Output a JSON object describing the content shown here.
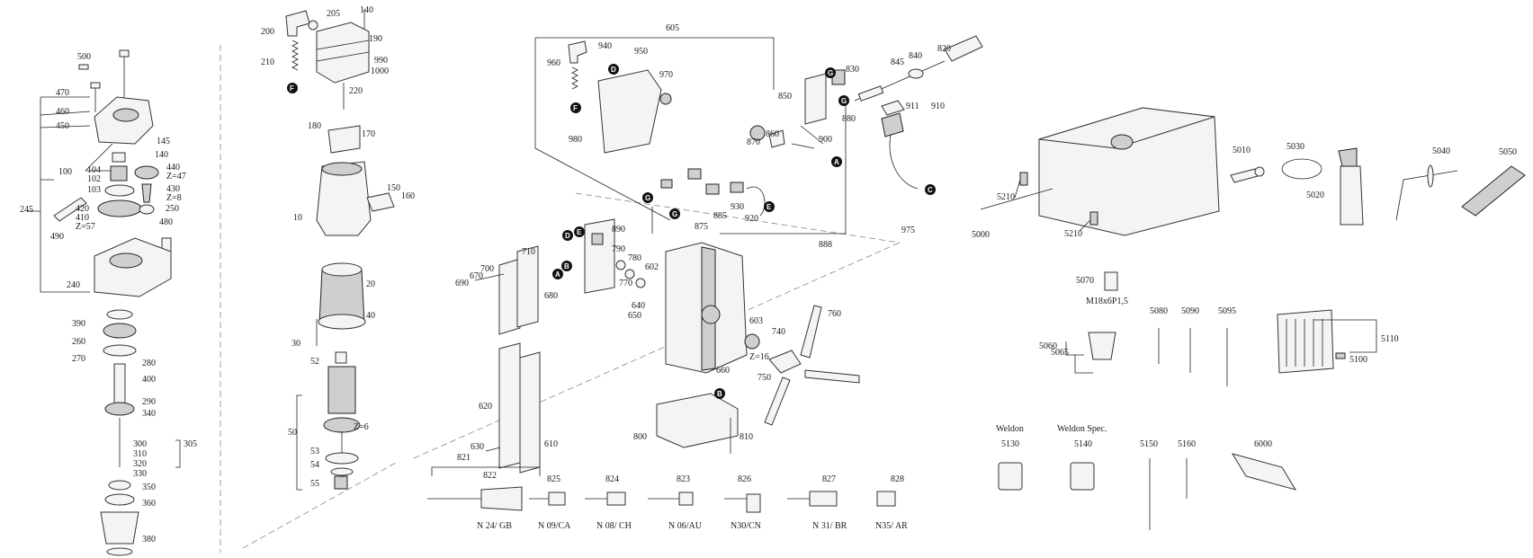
{
  "diagram": {
    "part_numbers": [
      "500",
      "470",
      "460",
      "450",
      "100",
      "104",
      "102",
      "103",
      "145",
      "140",
      "440",
      "Z=47",
      "430",
      "Z=8",
      "245",
      "420",
      "410",
      "Z=57",
      "490",
      "250",
      "480",
      "240",
      "390",
      "260",
      "270",
      "280",
      "400",
      "290",
      "340",
      "300",
      "310",
      "320",
      "330",
      "305",
      "350",
      "360",
      "380",
      "140",
      "205",
      "200",
      "190",
      "990",
      "1000",
      "210",
      "220",
      "180",
      "170",
      "150",
      "160",
      "10",
      "20",
      "40",
      "30",
      "52",
      "50",
      "Z=6",
      "53",
      "54",
      "55",
      "605",
      "940",
      "950",
      "960",
      "970",
      "850",
      "830",
      "845",
      "840",
      "820",
      "880",
      "910",
      "911",
      "870",
      "860",
      "900",
      "980",
      "885",
      "930",
      "920",
      "875",
      "888",
      "975",
      "890",
      "790",
      "780",
      "770",
      "602",
      "640",
      "650",
      "710",
      "700",
      "670",
      "690",
      "680",
      "620",
      "610",
      "630",
      "821",
      "822",
      "603",
      "740",
      "760",
      "Z=16",
      "750",
      "660",
      "800",
      "810",
      "825",
      "824",
      "823",
      "826",
      "827",
      "828",
      "5000",
      "5210",
      "5010",
      "5030",
      "5020",
      "5040",
      "5050",
      "5070",
      "5060",
      "5065",
      "5080",
      "5090",
      "5095",
      "5110",
      "5100",
      "5130",
      "5140",
      "5150",
      "5160",
      "6000"
    ],
    "captions": [
      "N 24/ GB",
      "N 09/CA",
      "N 08/ CH",
      "N 06/AU",
      "N30/CN",
      "N 31/ BR",
      "N35/ AR",
      "M18x6P1,5",
      "Weldon",
      "Weldon Spec."
    ],
    "callouts": [
      "F",
      "G",
      "D",
      "E",
      "A",
      "B",
      "C"
    ]
  }
}
